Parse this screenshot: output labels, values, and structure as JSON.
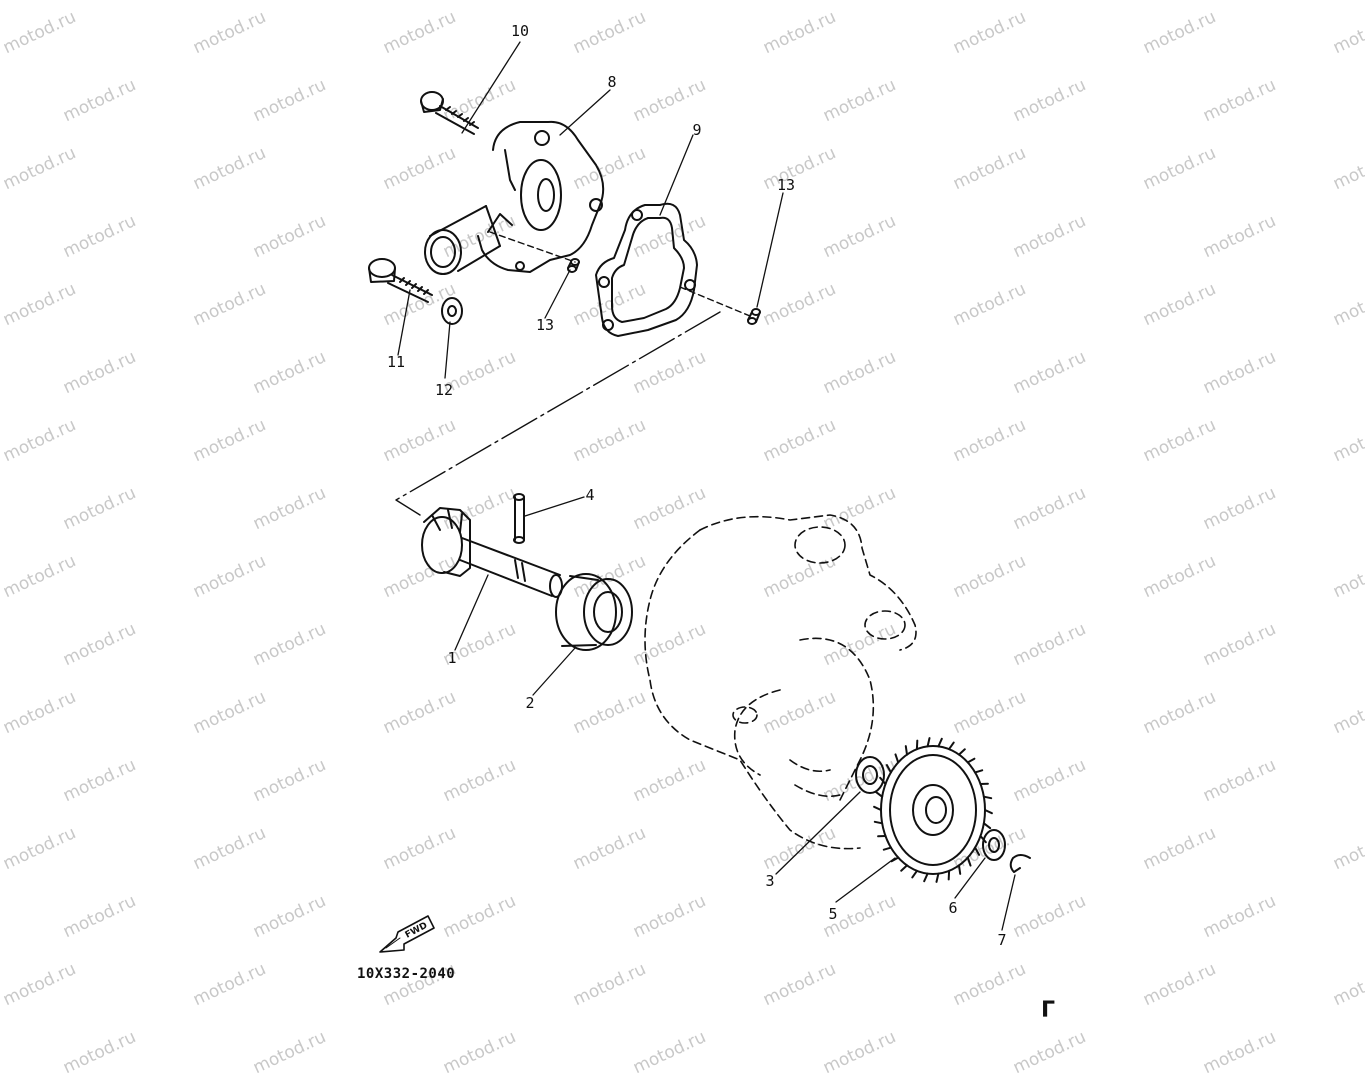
{
  "watermark": "motod.ru",
  "diagram_code": "10X332-2040",
  "fwd_label": "FWD",
  "corner_mark": "Γ",
  "callouts": [
    {
      "id": "1",
      "label": "1"
    },
    {
      "id": "2",
      "label": "2"
    },
    {
      "id": "3",
      "label": "3"
    },
    {
      "id": "4",
      "label": "4"
    },
    {
      "id": "5",
      "label": "5"
    },
    {
      "id": "6",
      "label": "6"
    },
    {
      "id": "7",
      "label": "7"
    },
    {
      "id": "8",
      "label": "8"
    },
    {
      "id": "9",
      "label": "9"
    },
    {
      "id": "10",
      "label": "10"
    },
    {
      "id": "11",
      "label": "11"
    },
    {
      "id": "12",
      "label": "12"
    },
    {
      "id": "13a",
      "label": "13"
    },
    {
      "id": "13b",
      "label": "13"
    }
  ]
}
